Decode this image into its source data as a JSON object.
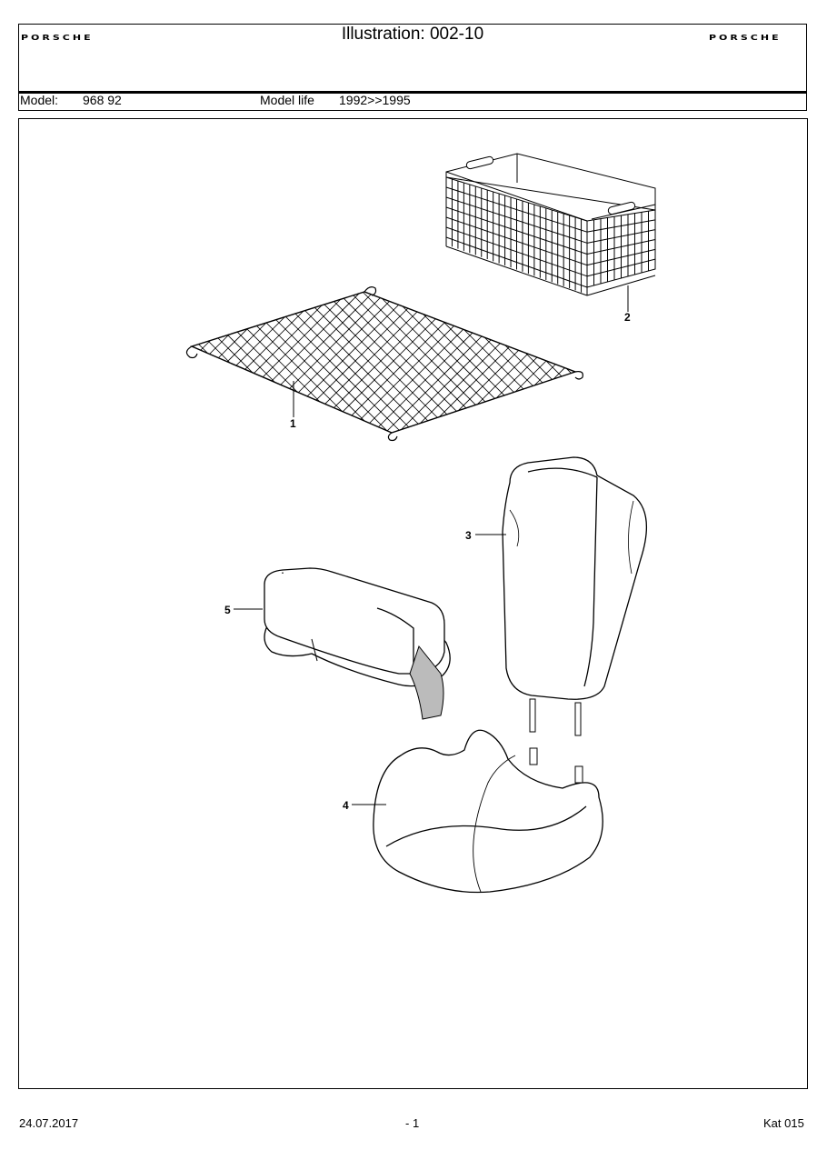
{
  "header": {
    "logo_left": "PORSCHE",
    "logo_right": "PORSCHE",
    "title": "Illustration: 002-10",
    "model_label": "Model:",
    "model_value": "968 92",
    "model_life_label": "Model life",
    "model_life_value": "1992>>1995"
  },
  "callouts": {
    "net": "1",
    "basket": "2",
    "backrest_cover": "3",
    "cushion": "4",
    "headrest": "5"
  },
  "footer": {
    "date": "24.07.2017",
    "page": "- 1",
    "catalog": "Kat 015"
  }
}
